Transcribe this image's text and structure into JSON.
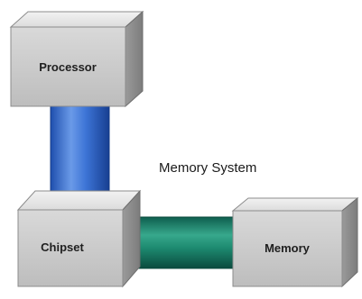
{
  "diagram": {
    "title": "Memory System",
    "nodes": {
      "processor": {
        "label": "Processor"
      },
      "chipset": {
        "label": "Chipset"
      },
      "memory": {
        "label": "Memory"
      }
    },
    "links": [
      {
        "from": "processor",
        "to": "chipset",
        "color": "#2f66c9"
      },
      {
        "from": "chipset",
        "to": "memory",
        "color": "#16806a"
      }
    ]
  }
}
